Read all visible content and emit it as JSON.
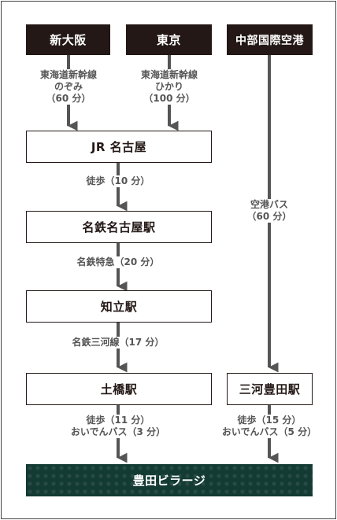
{
  "origins": {
    "shin_osaka": "新大阪",
    "tokyo": "東京",
    "chubu_airport": "中部国際空港"
  },
  "stations": {
    "jr_nagoya": "JR 名古屋",
    "meitetsu_nagoya": "名鉄名古屋駅",
    "chiryu": "知立駅",
    "dobashi": "土橋駅",
    "mikawa_toyota": "三河豊田駅",
    "destination": "豊田ビラージ"
  },
  "routes": {
    "osaka_line1": "東海道新幹線",
    "osaka_line2": "のぞみ",
    "osaka_line3": "（60 分）",
    "tokyo_line1": "東海道新幹線",
    "tokyo_line2": "ひかり",
    "tokyo_line3": "（100 分）",
    "walk_to_meitetsu": "徒歩（10 分）",
    "express": "名鉄特急（20 分）",
    "mikawa_line": "名鉄三河線（17 分）",
    "airport_bus_line1": "空港バス",
    "airport_bus_line2": "（60 分）",
    "dobashi_walk": "徒歩（11 分）",
    "dobashi_bus": "おいでんバス（3 分）",
    "toyota_walk": "徒歩（15 分）",
    "toyota_bus": "おいでんバス（5 分）"
  },
  "colors": {
    "dark_box": "#231815",
    "destination_box": "#133a33",
    "arrow": "#555555"
  }
}
